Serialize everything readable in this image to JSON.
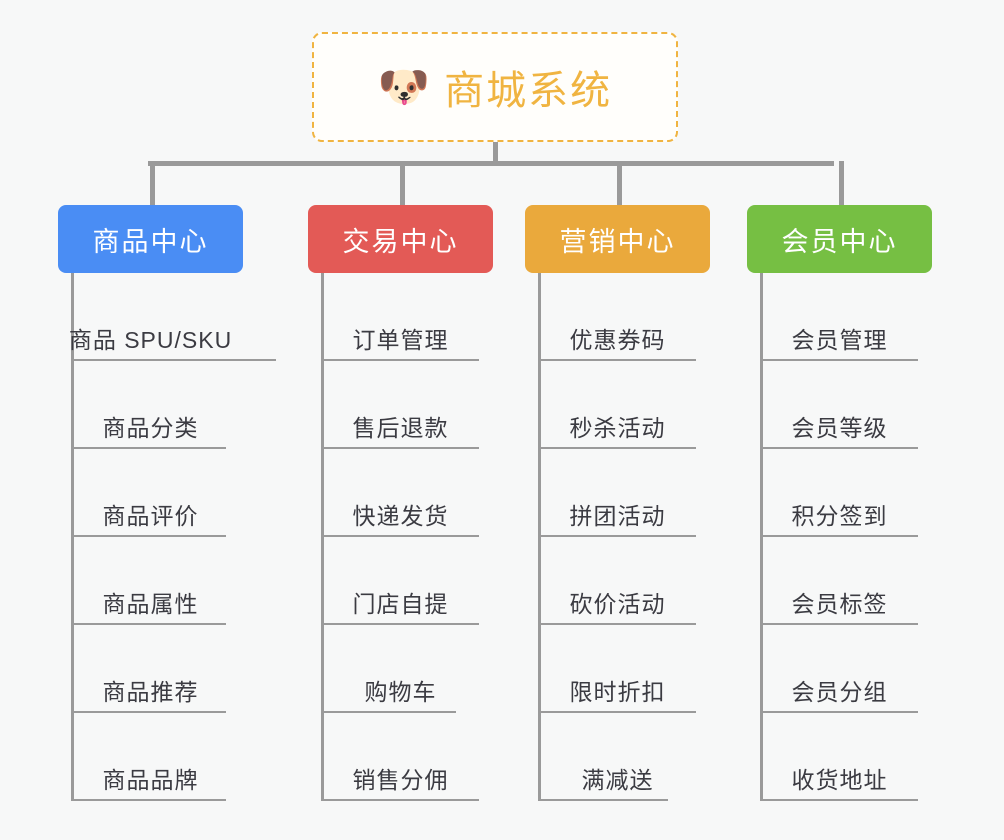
{
  "diagram": {
    "title": "商城系统",
    "root": {
      "icon": "shiba-dog-icon",
      "emoji": "🐶",
      "label": "商城系统",
      "border_color": "#f0b441",
      "text_color": "#f0b441"
    },
    "connector_color": "#9a9a9a",
    "background_color": "#f7f8f8",
    "leaf_text_color": "#3b3b42",
    "columns": [
      {
        "id": "product-center",
        "label": "商品中心",
        "color": "#4a8df4",
        "items": [
          "商品 SPU/SKU",
          "商品分类",
          "商品评价",
          "商品属性",
          "商品推荐",
          "商品品牌"
        ]
      },
      {
        "id": "trade-center",
        "label": "交易中心",
        "color": "#e35a56",
        "items": [
          "订单管理",
          "售后退款",
          "快递发货",
          "门店自提",
          "购物车",
          "销售分佣"
        ]
      },
      {
        "id": "marketing-center",
        "label": "营销中心",
        "color": "#eaa93c",
        "items": [
          "优惠券码",
          "秒杀活动",
          "拼团活动",
          "砍价活动",
          "限时折扣",
          "满减送"
        ]
      },
      {
        "id": "member-center",
        "label": "会员中心",
        "color": "#76bf43",
        "items": [
          "会员管理",
          "会员等级",
          "积分签到",
          "会员标签",
          "会员分组",
          "收货地址"
        ]
      }
    ]
  }
}
